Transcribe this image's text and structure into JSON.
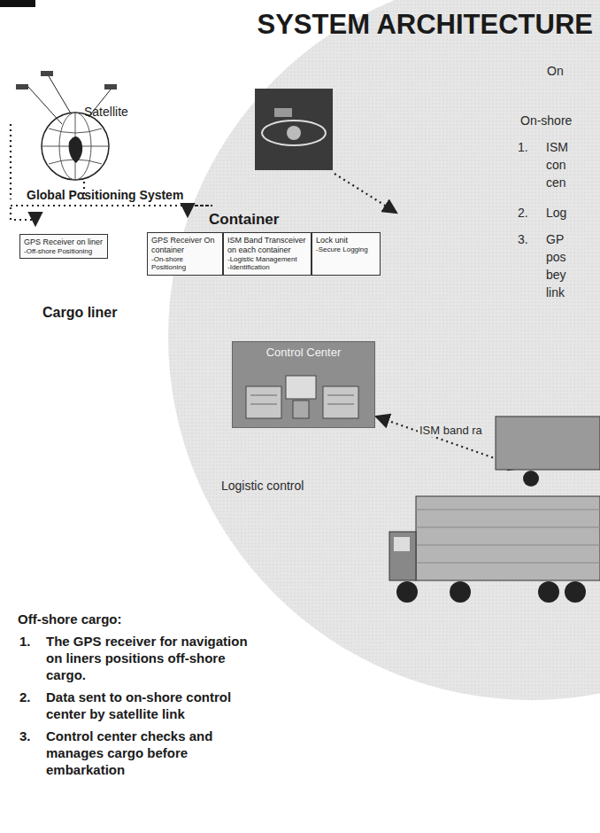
{
  "diagram": {
    "title": "SYSTEM ARCHITECTURE",
    "nodes": [
      {
        "text": [
          "Cargo liner"
        ]
      },
      {
        "text": [
          "GPS Receiver on liner",
          "-Off-shore Positioning"
        ],
        "in": 0
      },
      {
        "text": [
          "Container"
        ],
        "in": 0
      },
      {
        "text": [
          "GPS Receiver On container",
          "-On-shore Positioning"
        ],
        "in": 2
      },
      {
        "text": [
          "ISM Band Transceiver on each container",
          "-Logistic Management",
          "-Identification"
        ],
        "in": 2
      },
      {
        "text": [
          "Lock unit",
          "-Secure Logging"
        ],
        "in": 2
      },
      {
        "text": [
          "Control Center"
        ]
      }
    ],
    "labels": [
      "Satellite",
      "Global Positioning System",
      "On",
      "On-shore",
      "1.",
      "ISM",
      "con",
      "cen",
      "2.",
      "Log",
      "3.",
      "GP",
      "pos",
      "bey",
      "link",
      "ISM band ra",
      "Logistic control",
      "Off-shore cargo:",
      "1.",
      "The GPS receiver for navigation on liners positions off-shore cargo.",
      "2.",
      "Data sent to on-shore control center by satellite link",
      "3.",
      "Control center checks and manages cargo before embarkation"
    ]
  }
}
